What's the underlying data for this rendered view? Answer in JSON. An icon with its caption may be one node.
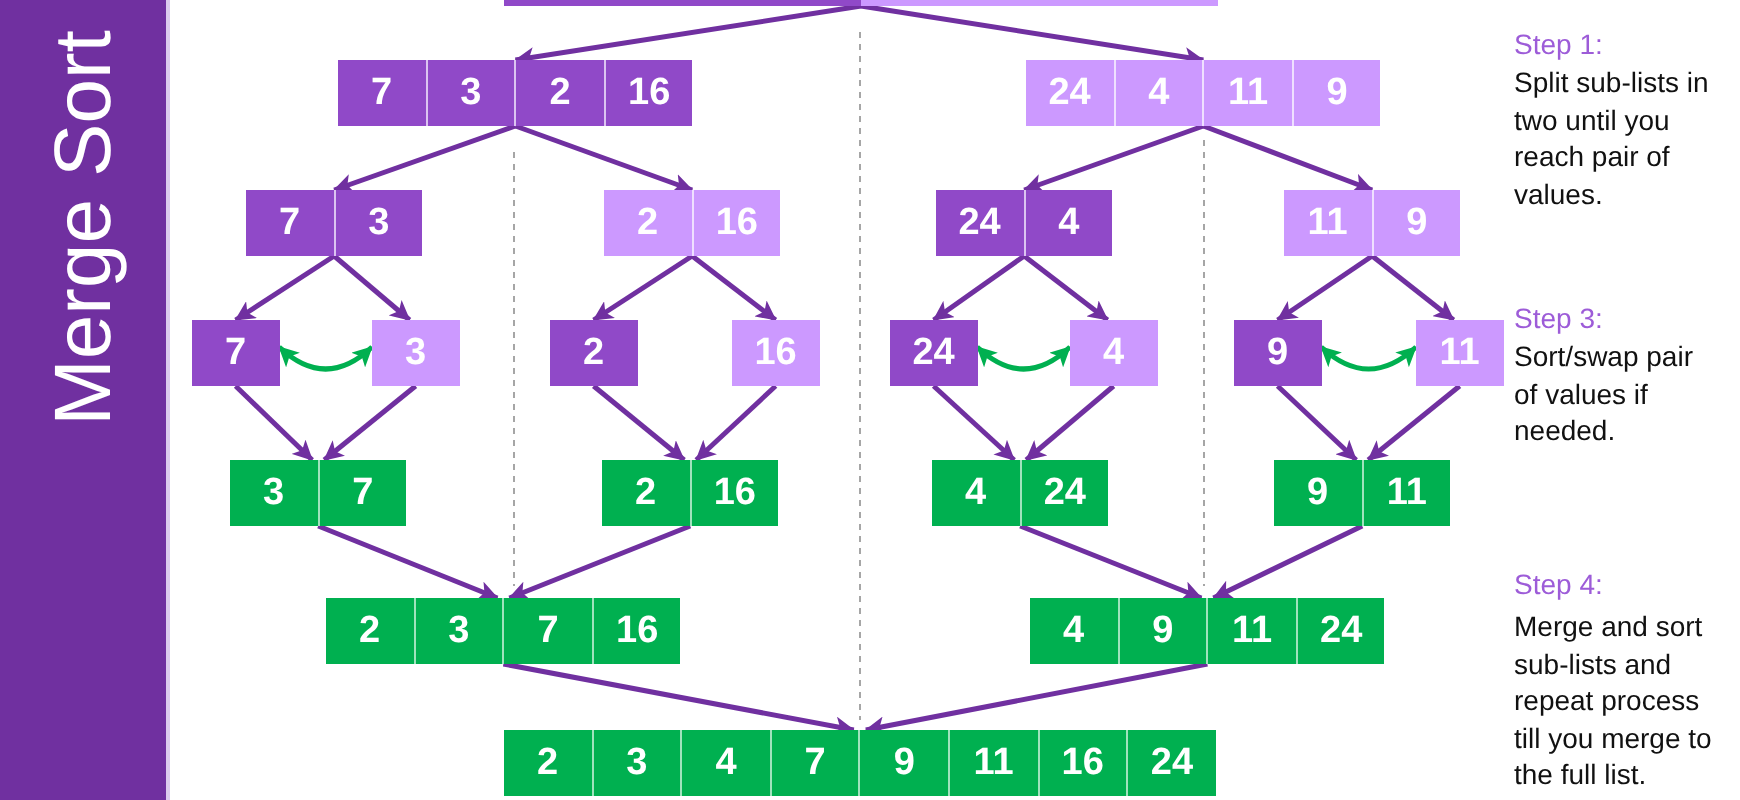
{
  "diagram": {
    "title": "Merge Sort",
    "nodes": [
      {
        "text": [],
        "shape": "bar"
      },
      {
        "text": [
          "7",
          "3",
          "2",
          "16"
        ]
      },
      {
        "text": [
          "24",
          "4",
          "11",
          "9"
        ]
      },
      {
        "text": [
          "7",
          "3"
        ]
      },
      {
        "text": [
          "2",
          "16"
        ]
      },
      {
        "text": [
          "24",
          "4"
        ]
      },
      {
        "text": [
          "11",
          "9"
        ]
      },
      {
        "text": [
          "7"
        ]
      },
      {
        "text": [
          "3"
        ]
      },
      {
        "text": [
          "2"
        ]
      },
      {
        "text": [
          "16"
        ]
      },
      {
        "text": [
          "24"
        ]
      },
      {
        "text": [
          "4"
        ]
      },
      {
        "text": [
          "9"
        ]
      },
      {
        "text": [
          "11"
        ]
      },
      {
        "text": [
          "3",
          "7"
        ]
      },
      {
        "text": [
          "2",
          "16"
        ]
      },
      {
        "text": [
          "4",
          "24"
        ]
      },
      {
        "text": [
          "9",
          "11"
        ]
      },
      {
        "text": [
          "2",
          "3",
          "7",
          "16"
        ]
      },
      {
        "text": [
          "4",
          "9",
          "11",
          "24"
        ]
      },
      {
        "text": [
          "2",
          "3",
          "4",
          "7",
          "9",
          "11",
          "16",
          "24"
        ]
      }
    ],
    "edges": [
      {
        "from": 0,
        "to": 1,
        "arrow": "to"
      },
      {
        "from": 0,
        "to": 2,
        "arrow": "to"
      },
      {
        "from": 1,
        "to": 3,
        "arrow": "to"
      },
      {
        "from": 1,
        "to": 4,
        "arrow": "to"
      },
      {
        "from": 2,
        "to": 5,
        "arrow": "to"
      },
      {
        "from": 2,
        "to": 6,
        "arrow": "to"
      },
      {
        "from": 3,
        "to": 7,
        "arrow": "to"
      },
      {
        "from": 3,
        "to": 8,
        "arrow": "to"
      },
      {
        "from": 4,
        "to": 9,
        "arrow": "to"
      },
      {
        "from": 4,
        "to": 10,
        "arrow": "to"
      },
      {
        "from": 5,
        "to": 11,
        "arrow": "to"
      },
      {
        "from": 5,
        "to": 12,
        "arrow": "to"
      },
      {
        "from": 6,
        "to": 13,
        "arrow": "to"
      },
      {
        "from": 6,
        "to": 14,
        "arrow": "to"
      },
      {
        "from": 7,
        "to": 8,
        "arrow": "both",
        "color": "#00b050"
      },
      {
        "from": 11,
        "to": 12,
        "arrow": "both",
        "color": "#00b050"
      },
      {
        "from": 13,
        "to": 14,
        "arrow": "both",
        "color": "#00b050"
      },
      {
        "from": 7,
        "to": 15,
        "arrow": "to"
      },
      {
        "from": 8,
        "to": 15,
        "arrow": "to"
      },
      {
        "from": 9,
        "to": 16,
        "arrow": "to"
      },
      {
        "from": 10,
        "to": 16,
        "arrow": "to"
      },
      {
        "from": 11,
        "to": 17,
        "arrow": "to"
      },
      {
        "from": 12,
        "to": 17,
        "arrow": "to"
      },
      {
        "from": 13,
        "to": 18,
        "arrow": "to"
      },
      {
        "from": 14,
        "to": 18,
        "arrow": "to"
      },
      {
        "from": 15,
        "to": 19,
        "arrow": "to"
      },
      {
        "from": 16,
        "to": 19,
        "arrow": "to"
      },
      {
        "from": 17,
        "to": 20,
        "arrow": "to"
      },
      {
        "from": 18,
        "to": 20,
        "arrow": "to"
      },
      {
        "from": 19,
        "to": 21,
        "arrow": "to"
      },
      {
        "from": 20,
        "to": 21,
        "arrow": "to"
      }
    ],
    "labels": [
      "Step 1:",
      "Split sub-lists in two until you reach pair of values.",
      "Step 3:",
      "Sort/swap pair of values if needed.",
      "Step 4:",
      "Merge and sort sub-lists and repeat process till you merge to the full list."
    ]
  }
}
